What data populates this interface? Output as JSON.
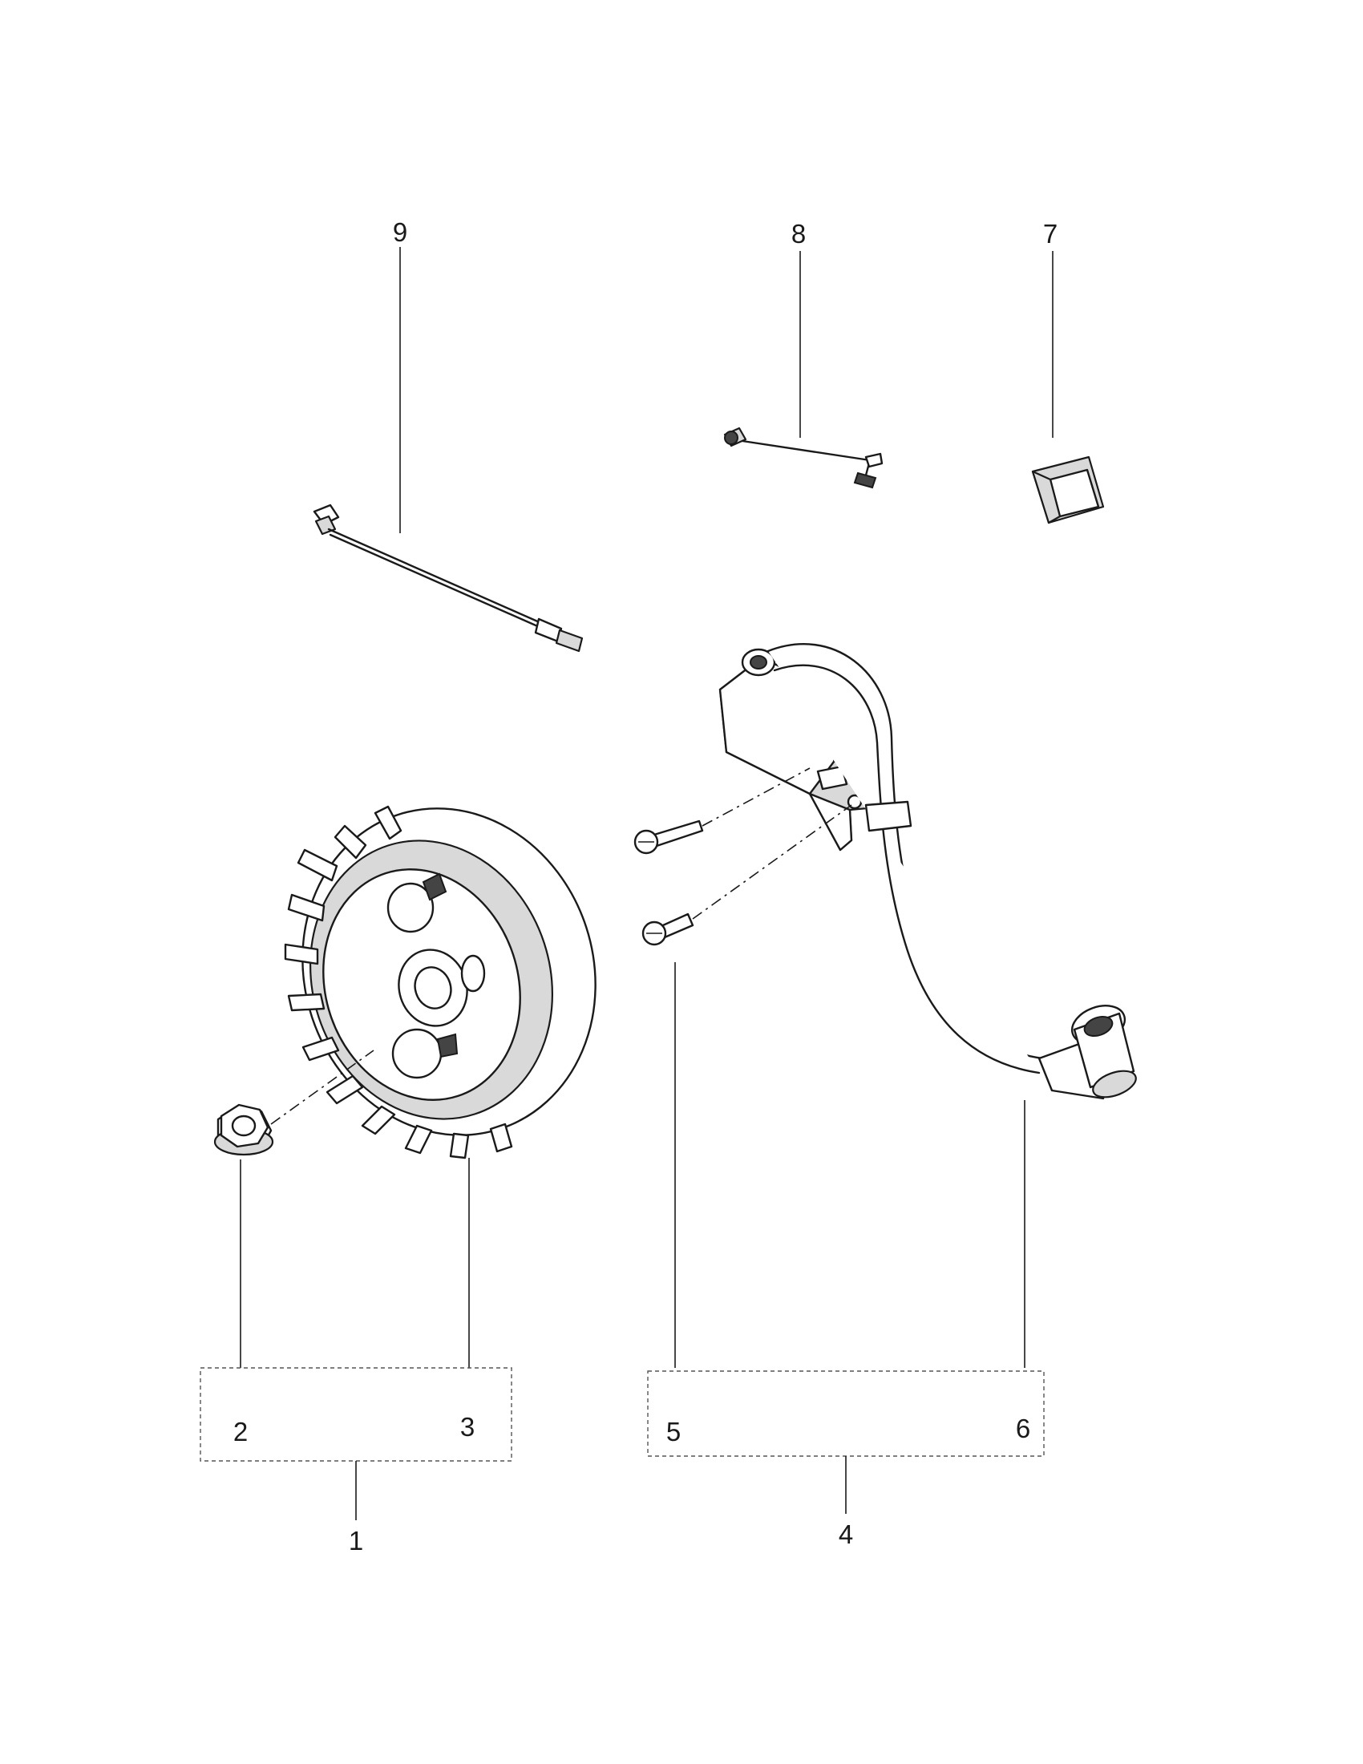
{
  "callouts": {
    "c1": "1",
    "c2": "2",
    "c3": "3",
    "c4": "4",
    "c5": "5",
    "c6": "6",
    "c7": "7",
    "c8": "8",
    "c9": "9"
  },
  "colors": {
    "line": "#1a1a1a",
    "fill": "#ffffff",
    "shade": "#d9d9d9"
  },
  "icons": {
    "flywheel": "flywheel-icon",
    "nut": "flange-nut-icon",
    "ignition_coil": "ignition-coil-icon",
    "screw": "screw-icon",
    "switch": "rocker-switch-icon",
    "short_wire": "short-wire-icon",
    "long_wire": "ground-wire-icon"
  }
}
